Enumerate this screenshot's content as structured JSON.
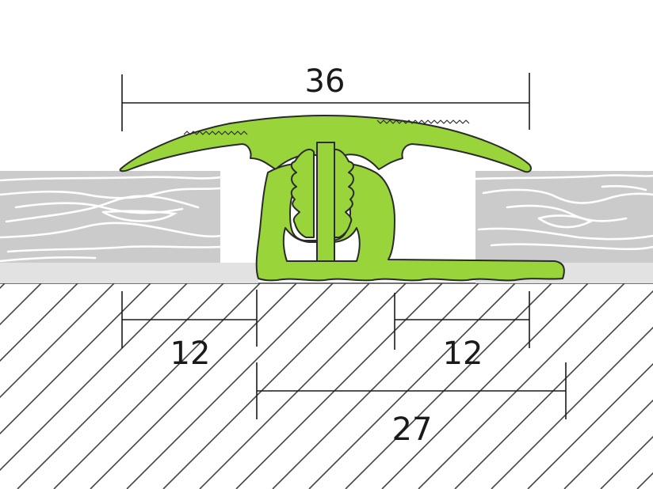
{
  "dimensions": {
    "top_width": "36",
    "left_overlap": "12",
    "right_overlap": "12",
    "base_width": "27"
  },
  "colors": {
    "profile": "#98d43a",
    "profile_stroke": "#2a2a2a",
    "wood": "#cbcbcb",
    "wood_grain": "#ffffff",
    "underlay": "#e2e2e2",
    "hatch": "#444444",
    "dimension_line": "#1a1a1a"
  }
}
